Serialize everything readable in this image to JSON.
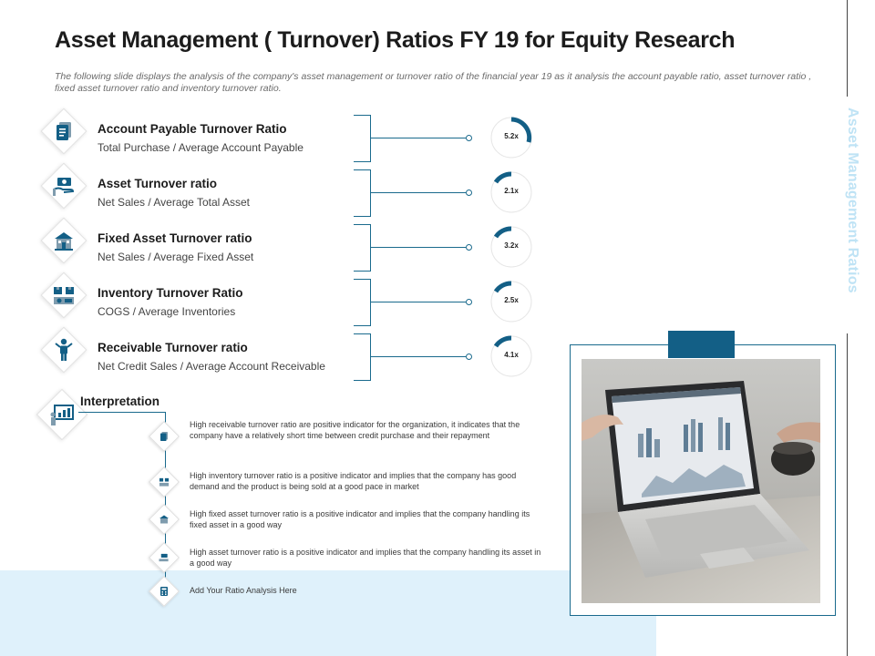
{
  "header": {
    "title": "Asset Management ( Turnover) Ratios FY 19 for Equity Research",
    "subtitle": "The following slide displays the analysis of the company's asset management or turnover ratio of the financial year 19 as it analysis the account payable ratio, asset turnover ratio ,  fixed asset turnover ratio and inventory turnover ratio."
  },
  "side_label": "Asset Management Ratios",
  "ratios": [
    {
      "title": "Account Payable Turnover Ratio",
      "formula": "Total Purchase  /  Average  Account Payable",
      "value": "5.2x",
      "icon": "document-icon"
    },
    {
      "title": "Asset Turnover ratio",
      "formula": "Net Sales  /  Average  Total  Asset",
      "value": "2.1x",
      "icon": "money-hand-icon"
    },
    {
      "title": "Fixed Asset  Turnover ratio",
      "formula": "Net Sales  /  Average  Fixed  Asset",
      "value": "3.2x",
      "icon": "building-icon"
    },
    {
      "title": "Inventory Turnover Ratio",
      "formula": "COGS  /  Average  Inventories",
      "value": "2.5x",
      "icon": "boxes-icon"
    },
    {
      "title": "Receivable Turnover ratio",
      "formula": "Net Credit  Sales  /  Average  Account Receivable",
      "value": "4.1x",
      "icon": "person-icon"
    }
  ],
  "interpretation": {
    "title": "Interpretation",
    "items": [
      "High receivable turnover ratio are positive indicator for the organization, it indicates that the company have a relatively short time between credit purchase and their repayment",
      "High inventory turnover ratio is a positive indicator and implies that the company has good demand and the product is being sold at a good pace in market",
      "High fixed asset turnover ratio is a positive indicator and implies that the company handling its fixed asset in a good way",
      "High asset turnover ratio is a positive indicator and implies that the company handling its asset in a good way",
      "Add Your Ratio Analysis Here"
    ]
  },
  "colors": {
    "accent": "#135f86",
    "line": "#1a6a8d",
    "band": "#dff1fb",
    "side_label": "#bfe3f5"
  }
}
